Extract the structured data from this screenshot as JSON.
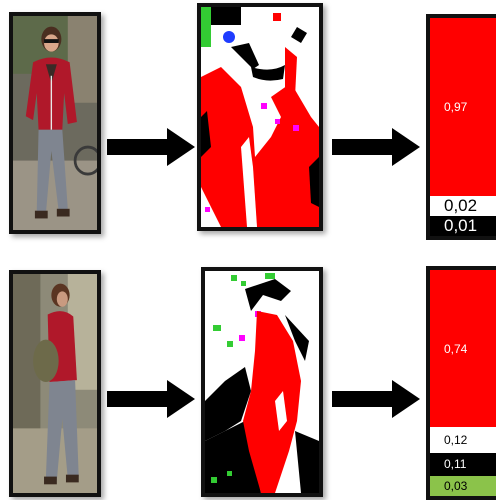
{
  "colors": {
    "red": "#ff0000",
    "white": "#ffffff",
    "black": "#000000",
    "green": "#33cc33",
    "light_green": "#8bc34a",
    "magenta": "#ff00ff",
    "blue": "#1e3cff",
    "jacket_red": "#b0182a",
    "jeans": "#7f8590"
  },
  "rows": [
    {
      "photo": "pedestrian-photo-red-jacket-sunglasses",
      "segmentation": "color-segmentation-map",
      "histogram": {
        "bars": [
          {
            "color": "red",
            "value": 0.97,
            "label": "0,97"
          },
          {
            "color": "white",
            "value": 0.02,
            "label": "0,02"
          },
          {
            "color": "black",
            "value": 0.01,
            "label": "0,01"
          }
        ]
      }
    },
    {
      "photo": "pedestrian-photo-red-jacket-bag",
      "segmentation": "color-segmentation-map",
      "histogram": {
        "bars": [
          {
            "color": "red",
            "value": 0.74,
            "label": "0,74"
          },
          {
            "color": "white",
            "value": 0.12,
            "label": "0,12"
          },
          {
            "color": "black",
            "value": 0.11,
            "label": "0,11"
          },
          {
            "color": "light_green",
            "value": 0.03,
            "label": "0,03"
          }
        ]
      }
    }
  ],
  "chart_data": [
    {
      "type": "bar",
      "categories": [
        "red",
        "white",
        "black"
      ],
      "values": [
        0.97,
        0.02,
        0.01
      ]
    },
    {
      "type": "bar",
      "categories": [
        "red",
        "white",
        "black",
        "green"
      ],
      "values": [
        0.74,
        0.12,
        0.11,
        0.03
      ]
    }
  ]
}
